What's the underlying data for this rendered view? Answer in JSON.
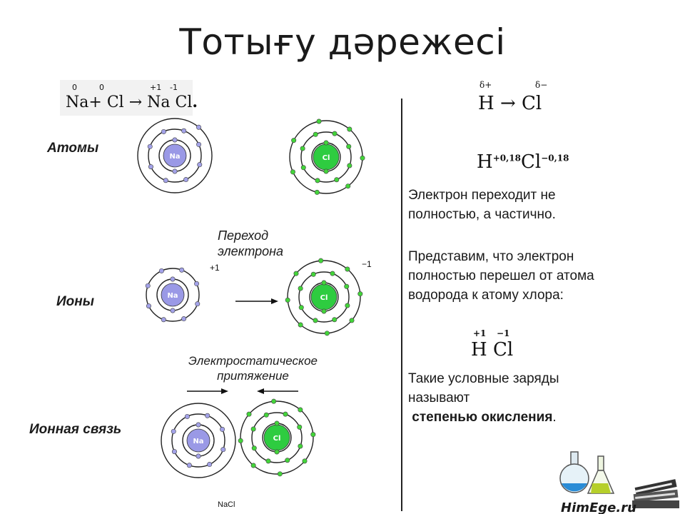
{
  "title": "Тотығу дәрежесі",
  "left": {
    "reaction": {
      "na": "Na",
      "plus": "+",
      "cl": "Cl",
      "arrow": "→",
      "na2": "Na",
      "cl2": "Cl",
      "dot": ".",
      "ox_na": "0",
      "ox_cl": "0",
      "ox_na2": "+1",
      "ox_cl2": "-1"
    },
    "label_atoms": "Атомы",
    "label_ions": "Ионы",
    "label_bond": "Ионная связь",
    "transfer_line1": "Переход",
    "transfer_line2": "электрона",
    "charge_plus": "+1",
    "charge_minus": "−1",
    "attraction_line1": "Электростатическое",
    "attraction_line2": "притяжение",
    "nacl_caption": "NaCl",
    "na_symbol": "Na",
    "cl_symbol": "Cl"
  },
  "right": {
    "eq1": {
      "delta_plus": "δ+",
      "delta_minus": "δ−",
      "h": "H",
      "arrow": "→",
      "cl": "Cl"
    },
    "eq2": {
      "h": "H",
      "h_charge": "+0,18",
      "cl": "Cl",
      "cl_charge": "−0,18"
    },
    "para1_line1": "Электрон переходит  не",
    "para1_line2": "полностью, а частично.",
    "para2_line1": "Представим, что электрон",
    "para2_line2": "полностью перешел от атома",
    "para2_line3": "водорода к атому хлора:",
    "eq3": {
      "h": "H",
      "cl": "Cl",
      "ox_h": "+1",
      "ox_cl": "−1"
    },
    "para3_line1": "Такие условные заряды",
    "para3_line2": "называют",
    "para3_bold": "степенью окисления",
    "para3_end": "."
  },
  "logo": {
    "text": "HimEge.ru"
  },
  "colors": {
    "na_core": "#9a99e6",
    "cl_core": "#2ecc40",
    "na_electron": "#a3a2e8",
    "cl_electron": "#43d43a",
    "orbit": "#222222"
  }
}
